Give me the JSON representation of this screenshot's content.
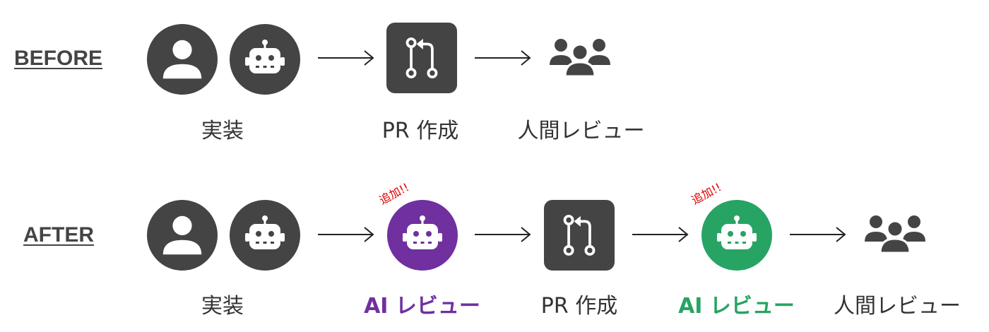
{
  "before": {
    "row_label": "BEFORE",
    "steps": [
      "実装",
      "PR 作成",
      "人間レビュー"
    ]
  },
  "after": {
    "row_label": "AFTER",
    "added_tag": "追加!!",
    "steps": [
      "実装",
      "AI レビュー",
      "PR 作成",
      "AI レビュー",
      "人間レビュー"
    ]
  },
  "colors": {
    "icon_dark": "#444444",
    "ai_review_purple": "#7030a0",
    "ai_review_green": "#27a463",
    "added_tag": "#e00000"
  },
  "icons": [
    "person-icon",
    "robot-icon",
    "pull-request-icon",
    "people-group-icon"
  ]
}
